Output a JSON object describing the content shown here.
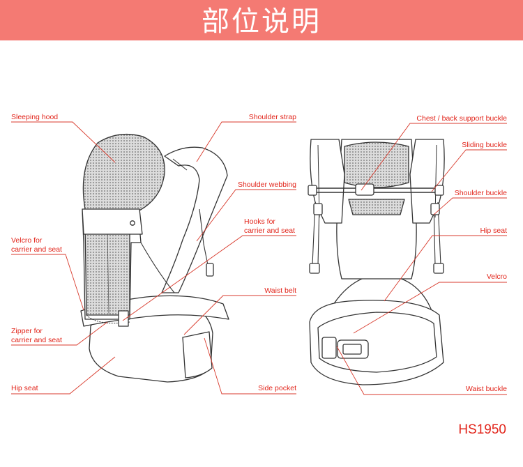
{
  "header": {
    "title": "部位说明",
    "bg_color": "#f47a73"
  },
  "accent_color": "#e2251b",
  "line_color": "#d83a2c",
  "model": "HS1950",
  "labels": {
    "sleeping_hood": "Sleeping hood",
    "shoulder_strap": "Shoulder strap",
    "shoulder_webbing": "Shoulder webbing",
    "hooks_1": "Hooks for",
    "hooks_2": "carrier and seat",
    "velcro_cs_1": "Velcro for",
    "velcro_cs_2": "carrier and seat",
    "waist_belt": "Waist belt",
    "zipper_1": "Zipper for",
    "zipper_2": "carrier and seat",
    "hip_seat_left": "Hip seat",
    "side_pocket": "Side pocket",
    "chest_buckle": "Chest / back support buckle",
    "sliding_buckle": "Sliding buckle",
    "shoulder_buckle": "Shoulder buckle",
    "hip_seat_right": "Hip seat",
    "velcro": "Velcro",
    "waist_buckle": "Waist buckle"
  }
}
